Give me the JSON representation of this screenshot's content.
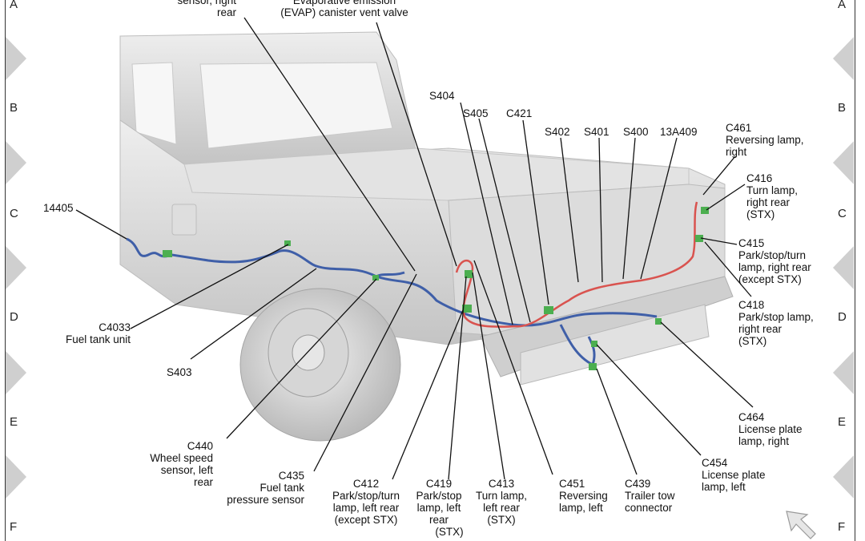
{
  "zones": {
    "left": [
      "A",
      "B",
      "C",
      "D",
      "E",
      "F"
    ],
    "right": [
      "A",
      "B",
      "C",
      "D",
      "E",
      "F"
    ]
  },
  "callouts": {
    "wheel_speed_rr": [
      "sensor, right",
      "rear"
    ],
    "evap_valve": [
      "Evaporative emission",
      "(EVAP) canister vent valve"
    ],
    "s404": "S404",
    "s405": "S405",
    "c421": "C421",
    "s402": "S402",
    "s401": "S401",
    "s400": "S400",
    "h13a409": "13A409",
    "c461": [
      "C461",
      "Reversing lamp,",
      "right"
    ],
    "c416": [
      "C416",
      "Turn lamp,",
      "right rear",
      "(STX)"
    ],
    "h14405": "14405",
    "c415": [
      "C415",
      "Park/stop/turn",
      "lamp, right rear",
      "(except STX)"
    ],
    "c4033": [
      "C4033",
      "Fuel tank unit"
    ],
    "c418": [
      "C418",
      "Park/stop lamp,",
      "right rear",
      "(STX)"
    ],
    "s403": "S403",
    "c464": [
      "C464",
      "License plate",
      "lamp, right"
    ],
    "c440": [
      "C440",
      "Wheel speed",
      "sensor, left",
      "rear"
    ],
    "c454": [
      "C454",
      "License plate",
      "lamp, left"
    ],
    "c435": [
      "C435",
      "Fuel tank",
      "pressure sensor"
    ],
    "c412": [
      "C412",
      "Park/stop/turn",
      "lamp, left rear",
      "(except STX)"
    ],
    "c419": [
      "C419",
      "Park/stop",
      "lamp, left",
      "rear",
      "(STX)"
    ],
    "c413": [
      "C413",
      "Turn lamp,",
      "left rear",
      "(STX)"
    ],
    "c451": [
      "C451",
      "Reversing",
      "lamp, left"
    ],
    "c439": [
      "C439",
      "Trailer tow",
      "connector"
    ]
  },
  "colors": {
    "harness_blue": "#3f5fa8",
    "harness_red": "#d9534f",
    "connector_green": "#4caf50",
    "truck_gray": "#d8d8d8",
    "leader_line": "#111111",
    "zone_marker": "#cfcfcf"
  },
  "icons": [
    "cursor-arrow-icon"
  ]
}
